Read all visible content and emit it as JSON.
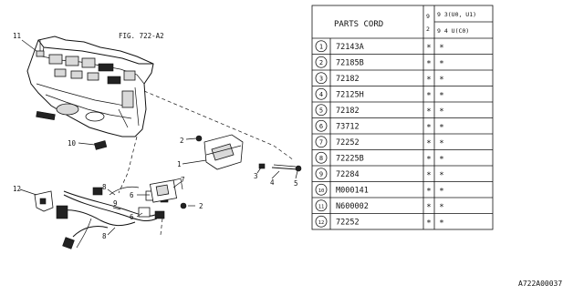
{
  "figure_ref": "FIG. 722-A2",
  "diagram_code": "A722A00037",
  "callouts": {
    "c1": "1",
    "c2a": "2",
    "c2b": "2",
    "c3": "3",
    "c4": "4",
    "c5": "5",
    "c6a": "6",
    "c6b": "6",
    "c7": "7",
    "c8a": "8",
    "c8b": "8",
    "c9": "9",
    "c10": "10",
    "c11": "11",
    "c12": "12"
  },
  "parts_table": {
    "header": "PARTS CORD",
    "col_a": "9 2",
    "col_b_top": "9 3 (U0, U1)",
    "col_b_bottom": "9 4 U(C0)",
    "rows": [
      {
        "no": "1",
        "code": "72143A",
        "a": "*",
        "b": "*"
      },
      {
        "no": "2",
        "code": "72185B",
        "a": "*",
        "b": "*"
      },
      {
        "no": "3",
        "code": "72182",
        "a": "*",
        "b": "*"
      },
      {
        "no": "4",
        "code": "72125H",
        "a": "*",
        "b": "*"
      },
      {
        "no": "5",
        "code": "72182",
        "a": "*",
        "b": "*"
      },
      {
        "no": "6",
        "code": "73712",
        "a": "*",
        "b": "*"
      },
      {
        "no": "7",
        "code": "72252",
        "a": "*",
        "b": "*"
      },
      {
        "no": "8",
        "code": "72225B",
        "a": "*",
        "b": "*"
      },
      {
        "no": "9",
        "code": "72284",
        "a": "*",
        "b": "*"
      },
      {
        "no": "10",
        "code": "M000141",
        "a": "*",
        "b": "*"
      },
      {
        "no": "11",
        "code": "N600002",
        "a": "*",
        "b": "*"
      },
      {
        "no": "12",
        "code": "72252",
        "a": "*",
        "b": "*"
      }
    ]
  }
}
